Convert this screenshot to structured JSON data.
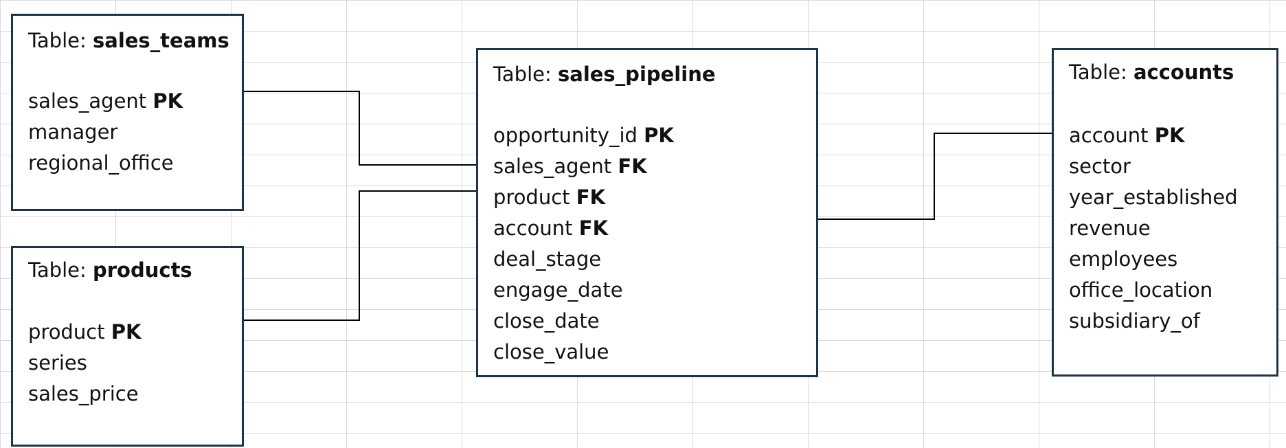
{
  "tables": {
    "sales_teams": {
      "title_prefix": "Table: ",
      "name": "sales_teams",
      "fields": [
        {
          "name": "sales_agent ",
          "key": "PK"
        },
        {
          "name": "manager",
          "key": ""
        },
        {
          "name": "regional_office",
          "key": ""
        }
      ]
    },
    "products": {
      "title_prefix": "Table: ",
      "name": "products",
      "fields": [
        {
          "name": "product ",
          "key": "PK"
        },
        {
          "name": "series",
          "key": ""
        },
        {
          "name": "sales_price",
          "key": ""
        }
      ]
    },
    "sales_pipeline": {
      "title_prefix": "Table: ",
      "name": "sales_pipeline",
      "fields": [
        {
          "name": "opportunity_id ",
          "key": "PK"
        },
        {
          "name": "sales_agent ",
          "key": "FK"
        },
        {
          "name": "product ",
          "key": "FK"
        },
        {
          "name": "account ",
          "key": "FK"
        },
        {
          "name": "deal_stage",
          "key": ""
        },
        {
          "name": "engage_date",
          "key": ""
        },
        {
          "name": "close_date",
          "key": ""
        },
        {
          "name": "close_value",
          "key": ""
        }
      ]
    },
    "accounts": {
      "title_prefix": "Table: ",
      "name": "accounts",
      "fields": [
        {
          "name": "account ",
          "key": "PK"
        },
        {
          "name": "sector",
          "key": ""
        },
        {
          "name": "year_established",
          "key": ""
        },
        {
          "name": "revenue",
          "key": ""
        },
        {
          "name": "employees",
          "key": ""
        },
        {
          "name": "office_location",
          "key": ""
        },
        {
          "name": "subsidiary_of",
          "key": ""
        }
      ]
    }
  },
  "relationships": [
    {
      "from": "sales_teams.sales_agent",
      "to": "sales_pipeline.sales_agent"
    },
    {
      "from": "products.product",
      "to": "sales_pipeline.product"
    },
    {
      "from": "sales_pipeline.account",
      "to": "accounts.account"
    }
  ],
  "colors": {
    "box_border": "#1f3347",
    "connector": "#000000",
    "gridline": "#d9d9d9"
  }
}
